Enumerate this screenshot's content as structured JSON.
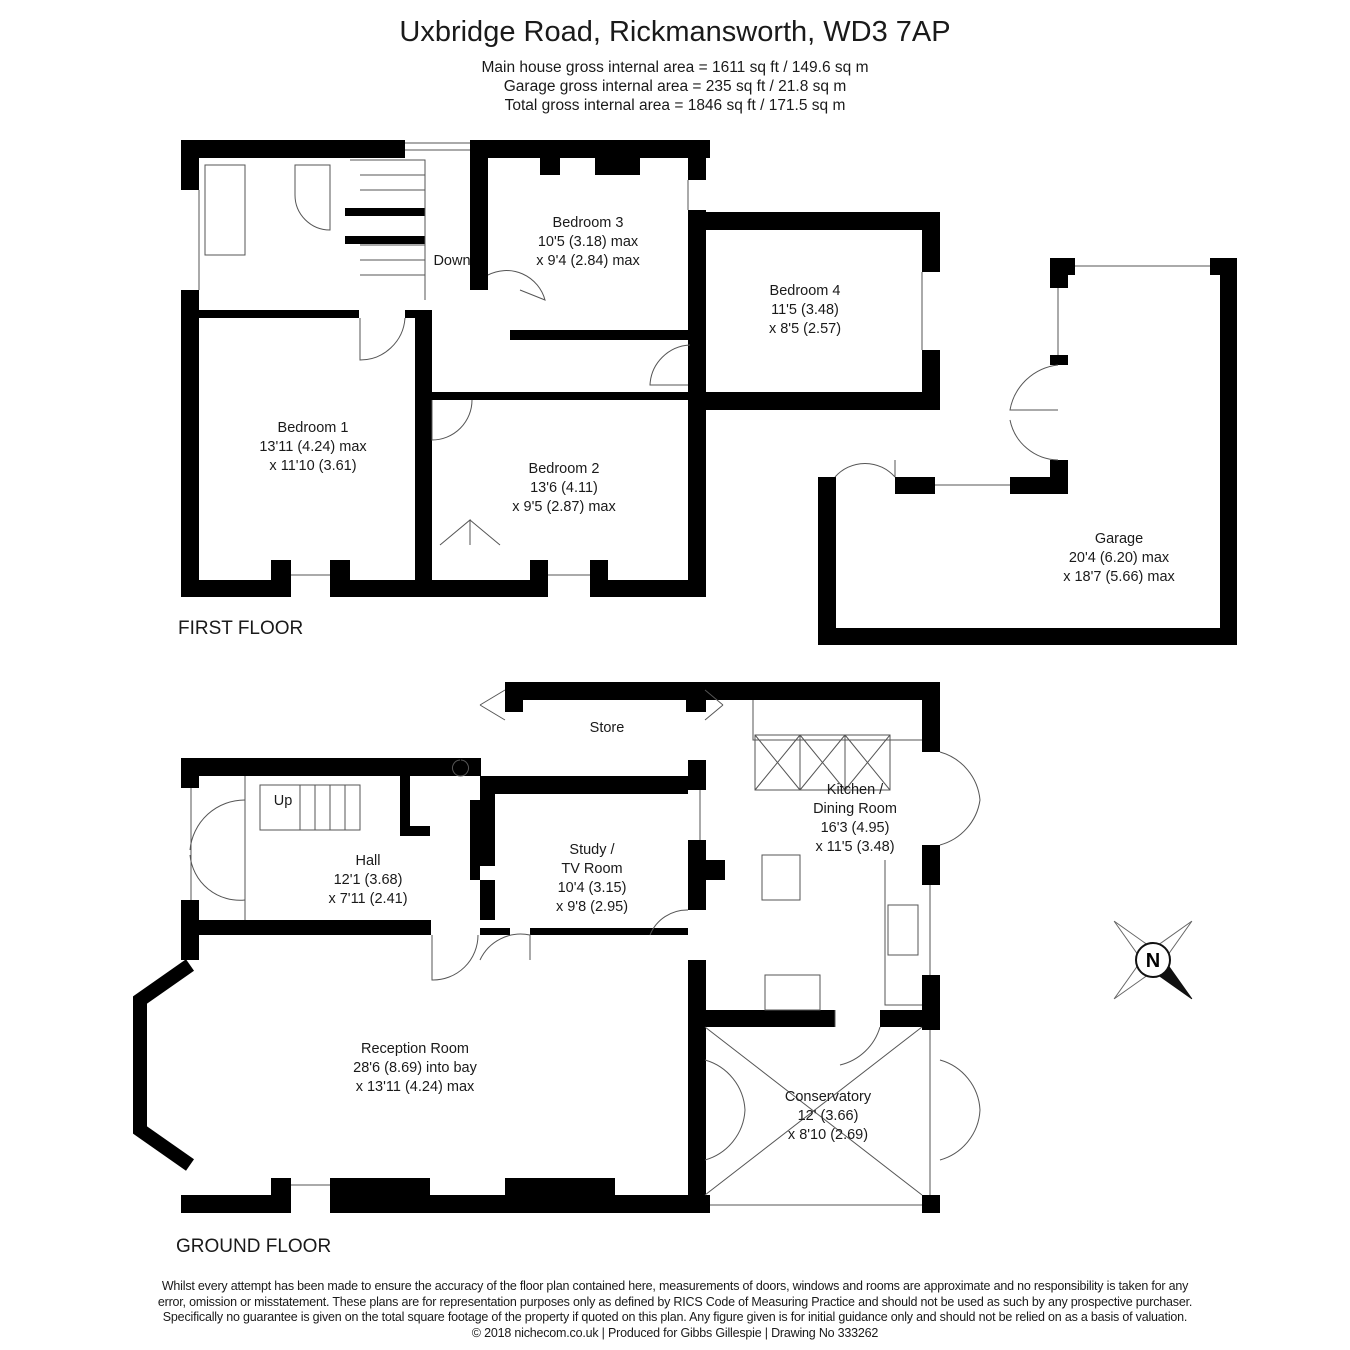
{
  "header": {
    "title": "Uxbridge Road, Rickmansworth, WD3 7AP",
    "areas": [
      "Main house gross internal area =  1611 sq ft / 149.6 sq m",
      "Garage gross internal area = 235 sq ft / 21.8 sq m",
      "Total gross internal area =  1846 sq ft / 171.5 sq m"
    ]
  },
  "first_floor": {
    "label": "FIRST FLOOR",
    "stairs_label": "Down",
    "rooms": [
      {
        "name": "Bedroom 1",
        "dim1": "13'11 (4.24) max",
        "dim2": "x 11'10 (3.61)"
      },
      {
        "name": "Bedroom 2",
        "dim1": "13'6 (4.11)",
        "dim2": "x 9'5 (2.87) max"
      },
      {
        "name": "Bedroom 3",
        "dim1": "10'5 (3.18) max",
        "dim2": "x 9'4 (2.84) max"
      },
      {
        "name": "Bedroom 4",
        "dim1": "11'5 (3.48)",
        "dim2": "x 8'5 (2.57)"
      },
      {
        "name": "Garage",
        "dim1": "20'4 (6.20) max",
        "dim2": "x 18'7 (5.66) max"
      }
    ]
  },
  "ground_floor": {
    "label": "GROUND FLOOR",
    "stairs_label": "Up",
    "rooms": [
      {
        "name": "Store"
      },
      {
        "name": "Hall",
        "dim1": "12'1 (3.68)",
        "dim2": "x 7'11 (2.41)"
      },
      {
        "name": "Study /",
        "name2": "TV Room",
        "dim1": "10'4 (3.15)",
        "dim2": "x 9'8 (2.95)"
      },
      {
        "name": "Kitchen /",
        "name2": "Dining Room",
        "dim1": "16'3 (4.95)",
        "dim2": "x 11'5 (3.48)"
      },
      {
        "name": "Reception Room",
        "dim1": "28'6 (8.69) into bay",
        "dim2": "x 13'11 (4.24) max"
      },
      {
        "name": "Conservatory",
        "dim1": "12' (3.66)",
        "dim2": "x 8'10 (2.69)"
      }
    ]
  },
  "compass": {
    "label": "N"
  },
  "footer": {
    "lines": [
      "Whilst every attempt has been made to ensure the accuracy of the floor plan contained here, measurements of doors, windows and rooms are approximate and no responsibility is taken for any",
      "error, omission or misstatement. These plans are for representation purposes only as defined by RICS Code of Measuring Practice and should not be used as such by any prospective purchaser.",
      "Specifically no guarantee is given on the total square footage of the property if quoted on this plan. Any figure given is for initial guidance only and should not be relied on as a basis of valuation.",
      "© 2018 nichecom.co.uk  |  Produced for Gibbs Gillespie  |  Drawing No 333262"
    ]
  }
}
